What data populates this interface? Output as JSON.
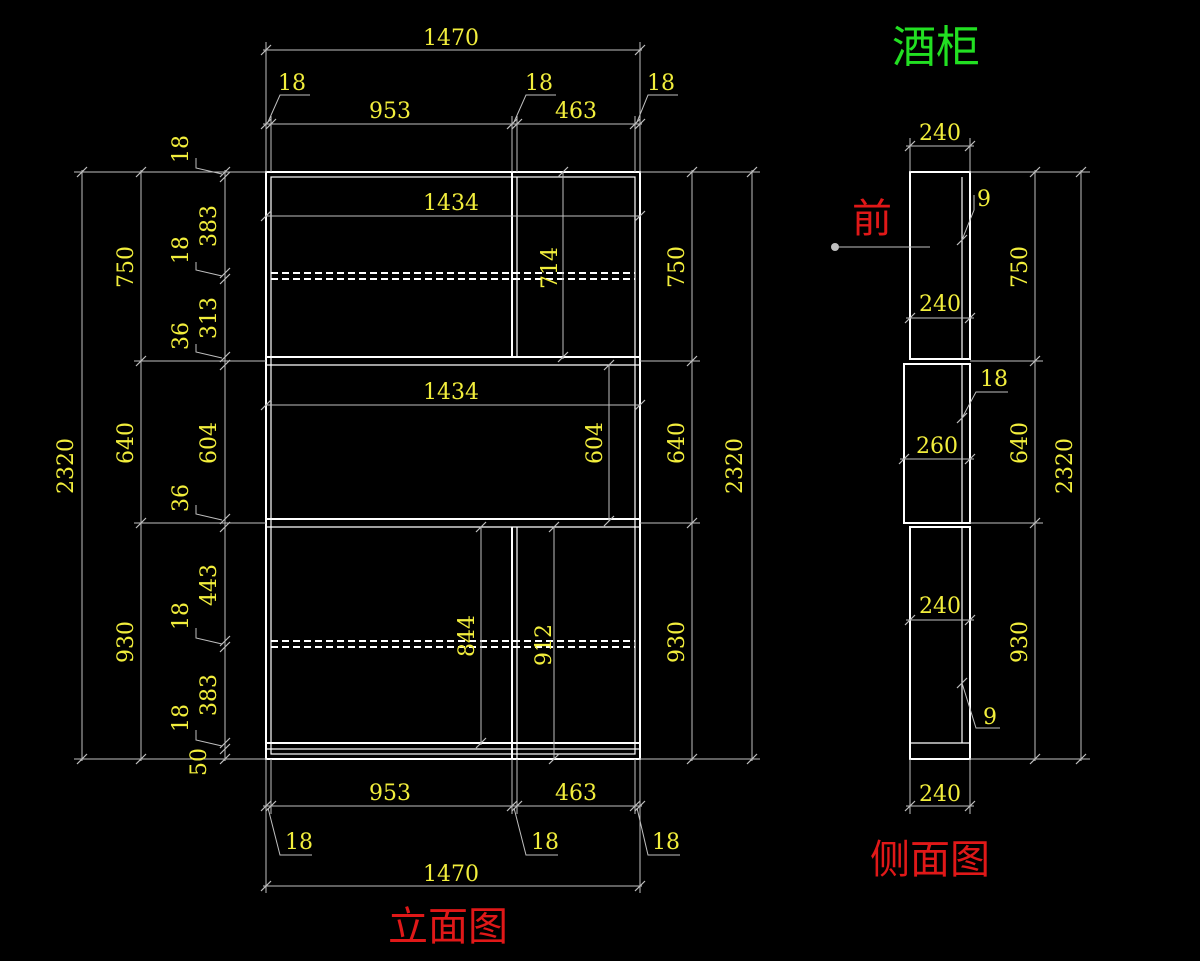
{
  "title": "酒柜",
  "elevation_label": "立面图",
  "side_label": "侧面图",
  "front_label": "前",
  "colors": {
    "title": "#22e022",
    "label": "#e01818",
    "dimension_text": "#f2ee3c",
    "lines": "#ffffff",
    "background": "#000000"
  },
  "elevation": {
    "top_overall": "1470",
    "top_parts": [
      "953",
      "463"
    ],
    "top_gaps": [
      "18",
      "18",
      "18"
    ],
    "bottom_overall": "1470",
    "bottom_parts": [
      "953",
      "463"
    ],
    "bottom_gaps": [
      "18",
      "18",
      "18"
    ],
    "inner_width_upper": "1434",
    "inner_width_middle": "1434",
    "inner_height_upper_right": "714",
    "inner_height_middle": "604",
    "inner_height_lower_left": "844",
    "inner_height_lower_right": "912",
    "left_total": "2320",
    "left_sections": [
      "750",
      "640",
      "930"
    ],
    "left_detail": [
      "18",
      "383",
      "18",
      "313",
      "36",
      "604",
      "36",
      "443",
      "18",
      "383",
      "18",
      "50"
    ],
    "right_sections": [
      "750",
      "640",
      "930"
    ],
    "right_total": "2320"
  },
  "side": {
    "widths": [
      "240",
      "240",
      "260",
      "240",
      "240"
    ],
    "callouts": [
      "9",
      "18",
      "9"
    ],
    "sections": [
      "750",
      "640",
      "930"
    ],
    "total": "2320"
  }
}
